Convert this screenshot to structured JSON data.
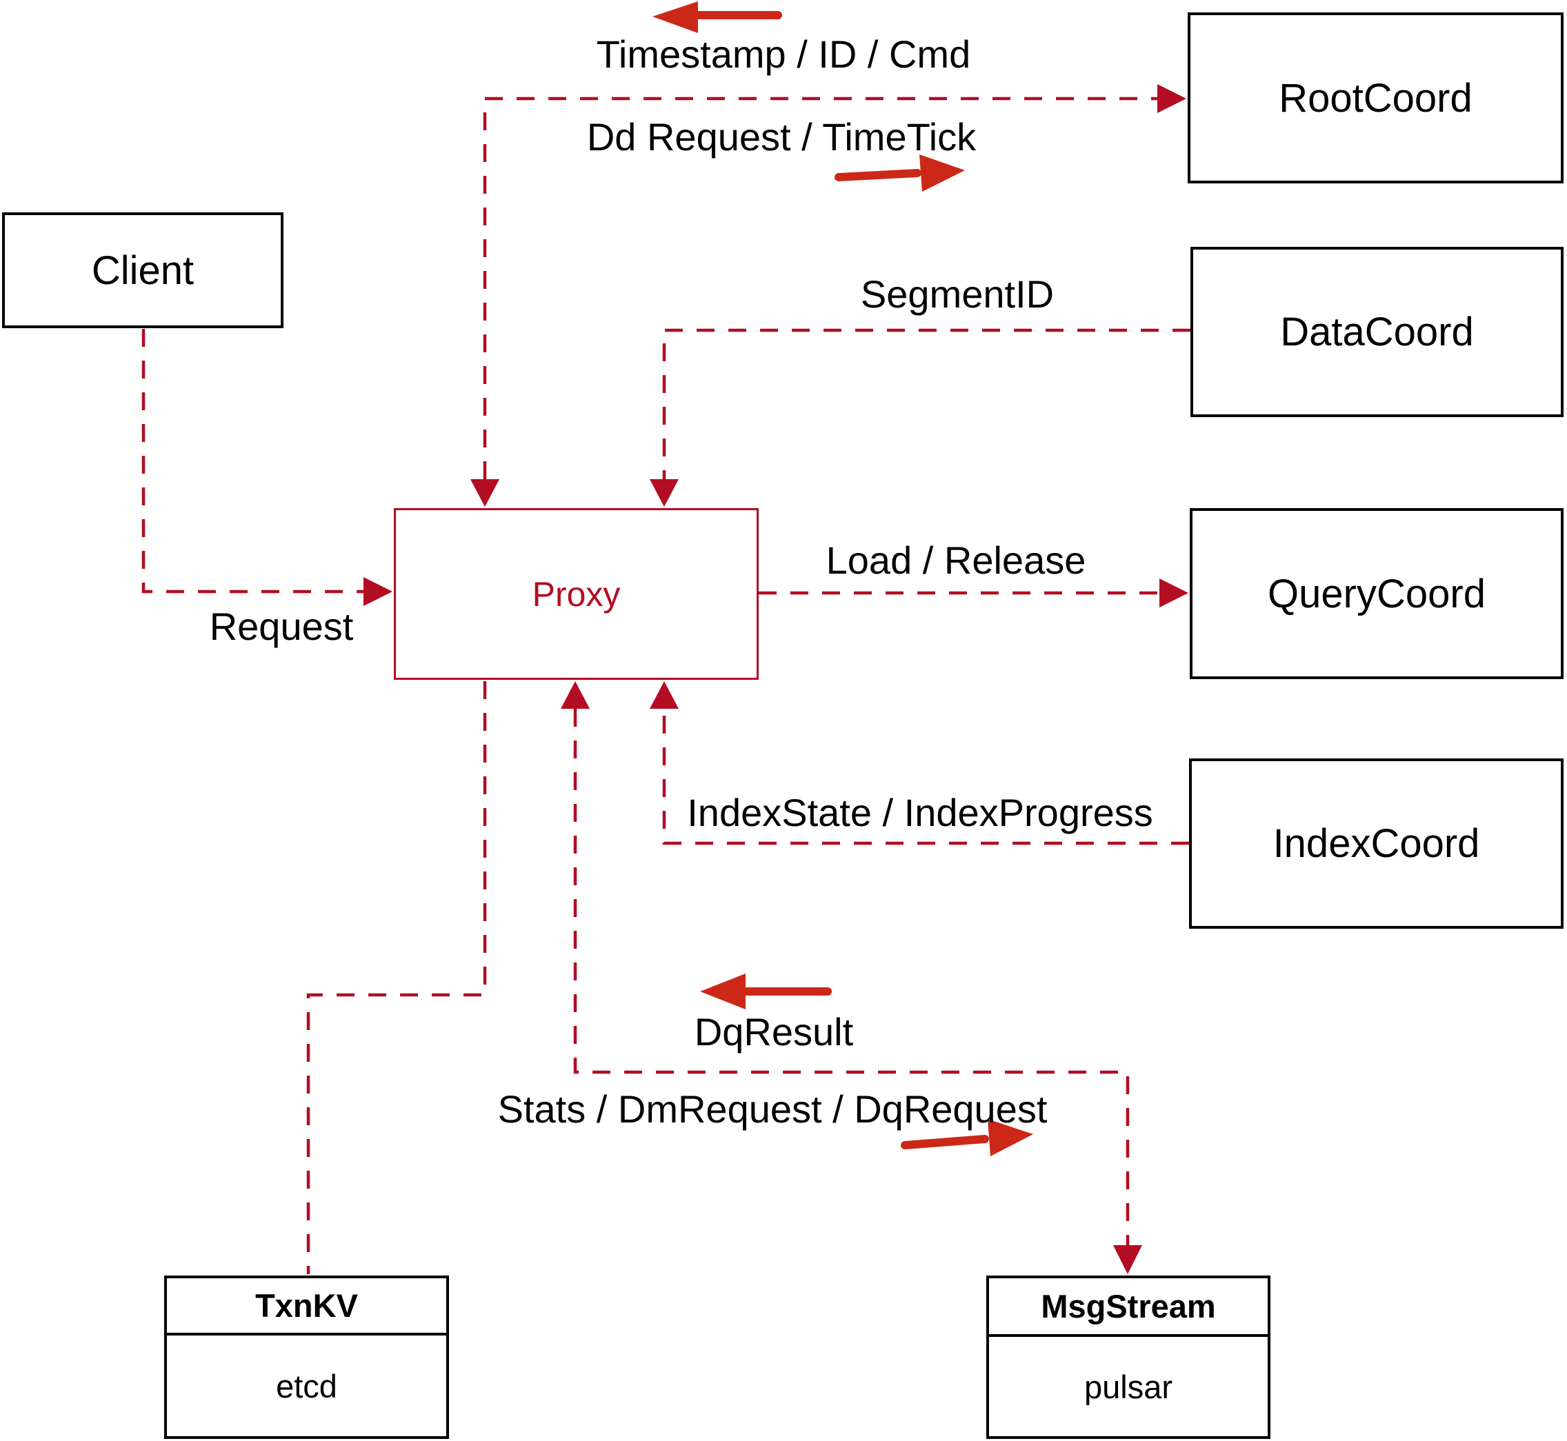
{
  "diagram": {
    "nodes": {
      "client": {
        "label": "Client"
      },
      "rootcoord": {
        "label": "RootCoord"
      },
      "datacoord": {
        "label": "DataCoord"
      },
      "querycoord": {
        "label": "QueryCoord"
      },
      "indexcoord": {
        "label": "IndexCoord"
      },
      "proxy": {
        "label": "Proxy"
      },
      "txnkv": {
        "title": "TxnKV",
        "subtitle": "etcd"
      },
      "msgstream": {
        "title": "MsgStream",
        "subtitle": "pulsar"
      }
    },
    "edge_labels": {
      "timestamp": "Timestamp / ID / Cmd",
      "dd_request": "Dd Request / TimeTick",
      "segment_id": "SegmentID",
      "load_release": "Load / Release",
      "index_state": "IndexState / IndexProgress",
      "dq_result": "DqResult",
      "stats": "Stats / DmRequest / DqRequest",
      "request": "Request"
    },
    "colors": {
      "connector": "#b30d23",
      "flow_arrow": "#cc2818",
      "node_border": "#000000",
      "text": "#000000",
      "proxy_accent": "#b30d23",
      "background": "#ffffff"
    }
  }
}
